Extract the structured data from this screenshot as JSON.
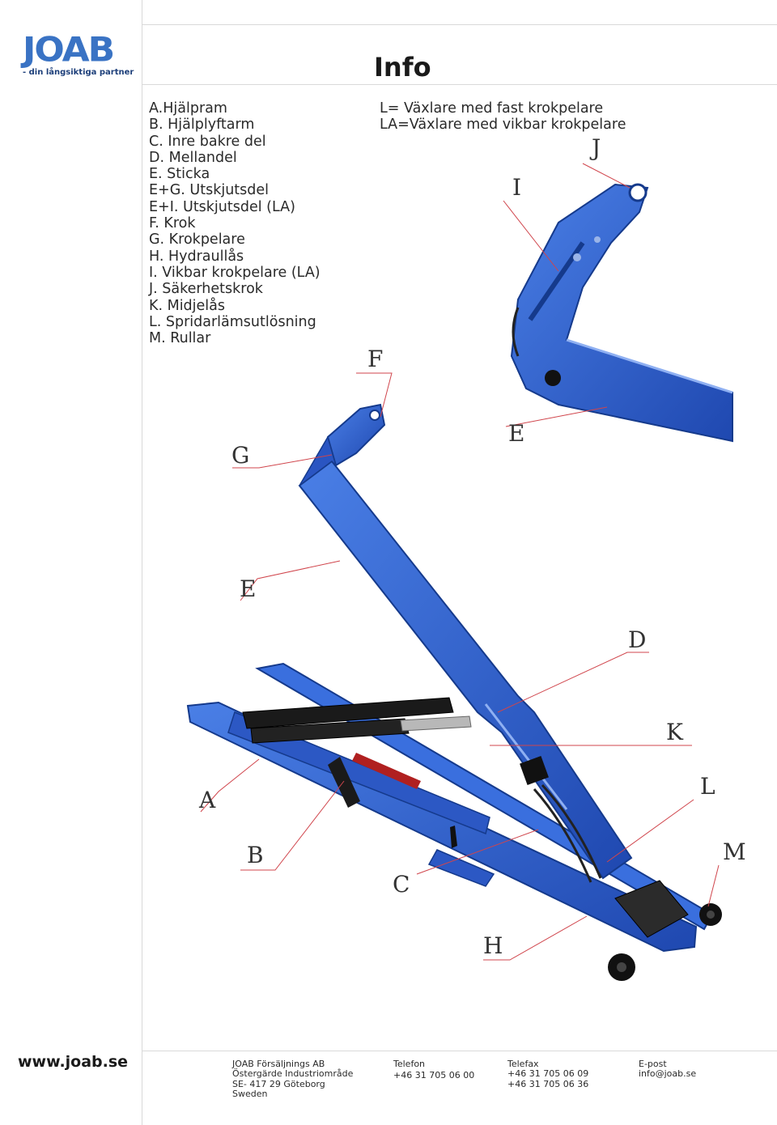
{
  "brand": {
    "logo_text": "JOAB",
    "tagline": "- din långsiktiga partner"
  },
  "page_title": "Info",
  "legend": [
    "A.Hjälpram",
    "B. Hjälplyftarm",
    "C. Inre bakre del",
    "D. Mellandel",
    "E. Sticka",
    "E+G. Utskjutsdel",
    "E+I. Utskjutsdel (LA)",
    "F.  Krok",
    "G. Krokpelare",
    "H. Hydraullås",
    "I. Vikbar krokpelare (LA)",
    "J. Säkerhetskrok",
    "K. Midjelås",
    "L. Spridarlämsutlösning",
    "M. Rullar"
  ],
  "notes": [
    "L= Växlare med fast krokpelare",
    "LA=Växlare med vikbar krokpelare"
  ],
  "callouts": {
    "J": "J",
    "I": "I",
    "F": "F",
    "E1": "E",
    "G": "G",
    "E2": "E",
    "D": "D",
    "K": "K",
    "A": "A",
    "L": "L",
    "B": "B",
    "M": "M",
    "C": "C",
    "H": "H"
  },
  "colors": {
    "brand_blue": "#3a73c4",
    "machine_blue": "#2f5fd0",
    "leader_red": "#d0454c"
  },
  "footer": {
    "website": "www.joab.se",
    "address_lines": [
      "JOAB Försäljnings AB",
      "Östergärde Industriområde",
      "SE- 417 29 Göteborg",
      "Sweden"
    ],
    "phone_label": "Telefon",
    "phone": "+46 31 705 06 00",
    "fax_label": "Telefax",
    "fax_lines": [
      "+46 31 705 06 09",
      "+46 31 705 06 36"
    ],
    "email_label": "E-post",
    "email": "info@joab.se"
  }
}
